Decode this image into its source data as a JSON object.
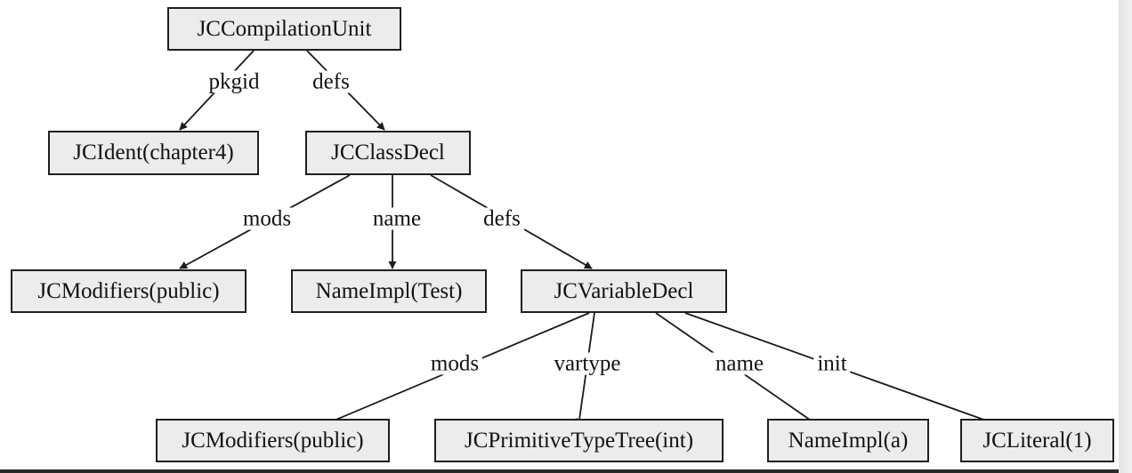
{
  "nodes": {
    "root": "JCCompilationUnit",
    "pkg_ident": "JCIdent(chapter4)",
    "class_decl": "JCClassDecl",
    "class_mods": "JCModifiers(public)",
    "class_name": "NameImpl(Test)",
    "var_decl": "JCVariableDecl",
    "var_mods": "JCModifiers(public)",
    "var_type": "JCPrimitiveTypeTree(int)",
    "var_name": "NameImpl(a)",
    "var_init": "JCLiteral(1)"
  },
  "edges": {
    "root_pkgid": "pkgid",
    "root_defs": "defs",
    "class_mods": "mods",
    "class_name": "name",
    "class_defs": "defs",
    "var_mods": "mods",
    "var_vartype": "vartype",
    "var_name": "name",
    "var_init": "init"
  },
  "colors": {
    "box_fill": "#ececec",
    "stroke": "#1f1f1f"
  }
}
